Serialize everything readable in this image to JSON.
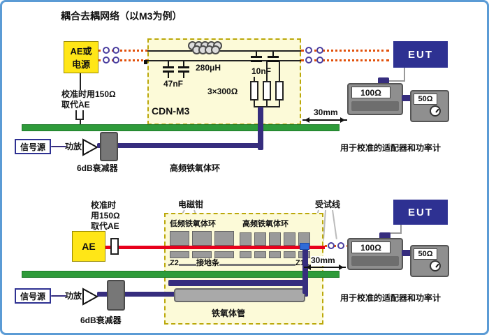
{
  "colors": {
    "frame_border": "#5B9BD5",
    "accent_yellow": "#FFE617",
    "cdn_fill": "#FCFAD8",
    "cdn_border": "#BBA80A",
    "eut_blue": "#2E3192",
    "ground_green": "#2E9B3A",
    "cable_navy": "#362D7E",
    "wire_red": "#E8001C",
    "dotted_orange": "#E1500A",
    "box_gray": "#8F8F8F"
  },
  "top": {
    "title": "耦合去耦网络（以M3为例）",
    "ae_label_line1": "AE或",
    "ae_label_line2": "电源",
    "inductor_value": "280μH",
    "cap1_value": "47nF",
    "cap2_value": "10nF",
    "resistor_value": "3×300Ω",
    "cdn_label": "CDN-M3",
    "eut_label": "EUT",
    "distance": "30mm",
    "adapter_value": "100Ω",
    "meter_value": "50Ω",
    "calib_line1": "校准时用150Ω",
    "calib_line2": "取代AE",
    "signal_source": "信号源",
    "amplifier": "功放",
    "attenuator": "6dB衰减器",
    "ferrite_label": "高频铁氧体环",
    "adapter_note": "用于校准的适配器和功率计"
  },
  "bottom": {
    "clamp_label": "电磁钳",
    "calib_line1": "校准时",
    "calib_line2": "用150Ω",
    "calib_line3": "取代AE",
    "ae_label": "AE",
    "lf_ferrite_label": "低频铁氧体环",
    "hf_ferrite_label": "高频铁氧体环",
    "dut_wire_label": "受试线",
    "z2_label": "Z2",
    "ground_strip_label": "接地条",
    "z1_label": "Z1",
    "eut_label": "EUT",
    "distance": "30mm",
    "adapter_value": "100Ω",
    "meter_value": "50Ω",
    "signal_source": "信号源",
    "amplifier": "功放",
    "attenuator": "6dB衰减器",
    "ferrite_tube_label": "铁氧体管",
    "adapter_note": "用于校准的适配器和功率计"
  }
}
